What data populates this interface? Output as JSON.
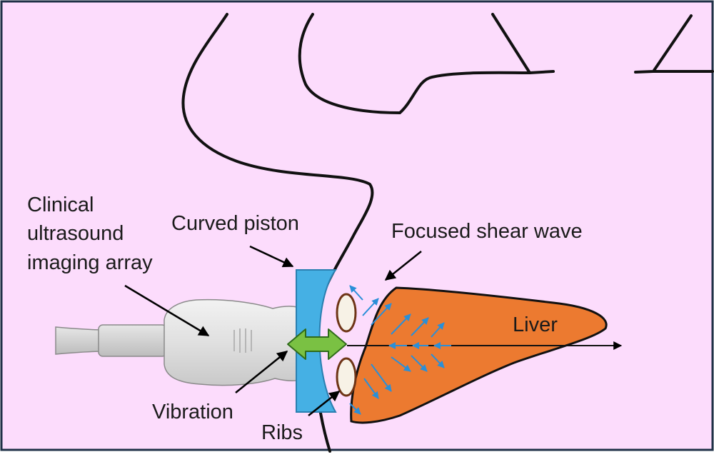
{
  "labels": {
    "array_line1": "Clinical",
    "array_line2": "ultrasound",
    "array_line3": "imaging array",
    "piston": "Curved piston",
    "shear_wave": "Focused shear wave",
    "liver": "Liver",
    "vibration": "Vibration",
    "ribs": "Ribs"
  },
  "colors": {
    "background": "#fcdcfc",
    "border": "#1f3147",
    "piston": "#45b0e4",
    "liver": "#ec7a30",
    "rib_fill": "#f7f2e6",
    "rib_outline": "#6e3416",
    "vibration_arrow": "#7ac143",
    "vibration_outline": "#2f6b1a",
    "shear_arrows": "#2a8fd8",
    "probe": "#e2e2e2"
  }
}
